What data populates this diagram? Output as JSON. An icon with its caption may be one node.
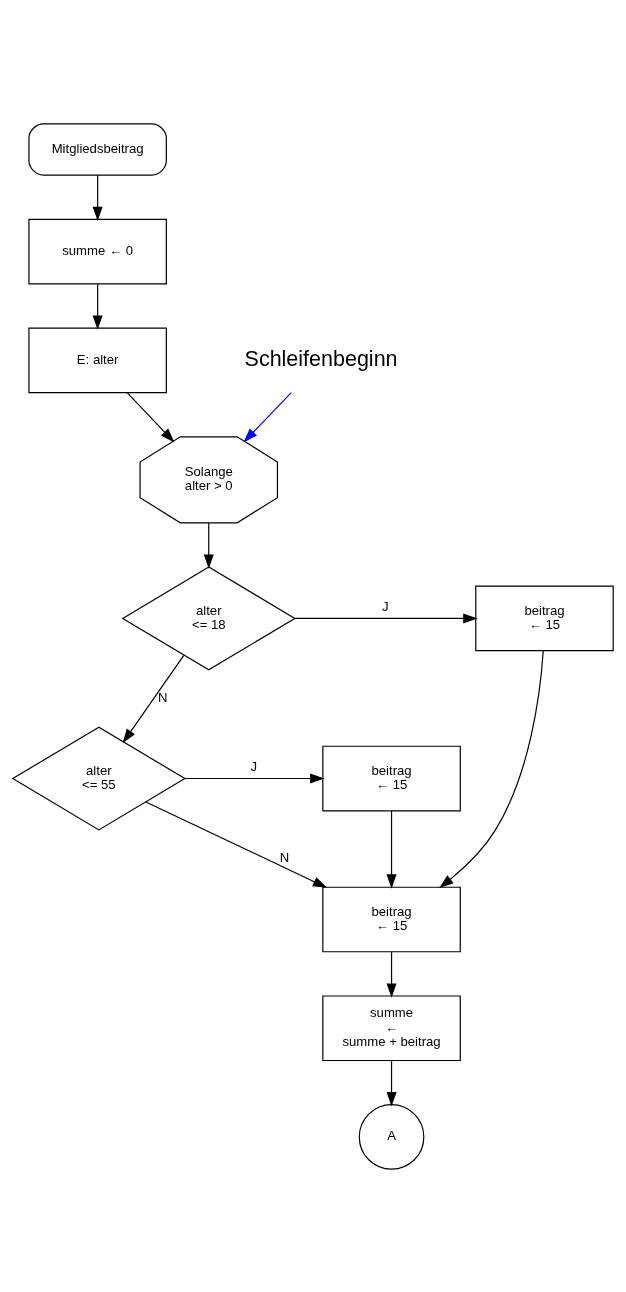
{
  "diagram": {
    "nodes": [
      {
        "text": [
          "Mitgliedsbeitrag"
        ]
      },
      {
        "text": [
          "summe ← 0"
        ]
      },
      {
        "text": [
          "E: alter"
        ]
      },
      {
        "text": [
          "Solange alter > 0"
        ]
      },
      {
        "text": [
          "alter <= 18"
        ]
      },
      {
        "text": [
          "beitrag ← 15"
        ]
      },
      {
        "text": [
          "alter <= 55"
        ]
      },
      {
        "text": [
          "beitrag ← 15"
        ]
      },
      {
        "text": [
          "beitrag ← 15"
        ]
      },
      {
        "text": [
          "summe ← summe + beitrag"
        ]
      },
      {
        "text": [
          "A"
        ]
      },
      {
        "text": [
          "Schleifenbeginn"
        ]
      }
    ],
    "edges": [
      {
        "from": 0,
        "to": 1,
        "arrow": "to"
      },
      {
        "from": 1,
        "to": 2,
        "arrow": "to"
      },
      {
        "from": 2,
        "to": 3,
        "arrow": "to"
      },
      {
        "from": 3,
        "to": 4,
        "arrow": "to"
      },
      {
        "from": 4,
        "to": 5,
        "arrow": "to",
        "label": "J"
      },
      {
        "from": 4,
        "to": 6,
        "arrow": "to",
        "label": "N"
      },
      {
        "from": 6,
        "to": 7,
        "arrow": "to",
        "label": "J"
      },
      {
        "from": 5,
        "to": 8,
        "arrow": "to"
      },
      {
        "from": 7,
        "to": 8,
        "arrow": "to"
      },
      {
        "from": 6,
        "to": 8,
        "arrow": "to",
        "label": "N"
      },
      {
        "from": 8,
        "to": 9,
        "arrow": "to"
      },
      {
        "from": 9,
        "to": 10,
        "arrow": "to"
      },
      {
        "from": 11,
        "to": 3,
        "arrow": "to",
        "color": "#0000ff"
      }
    ]
  }
}
